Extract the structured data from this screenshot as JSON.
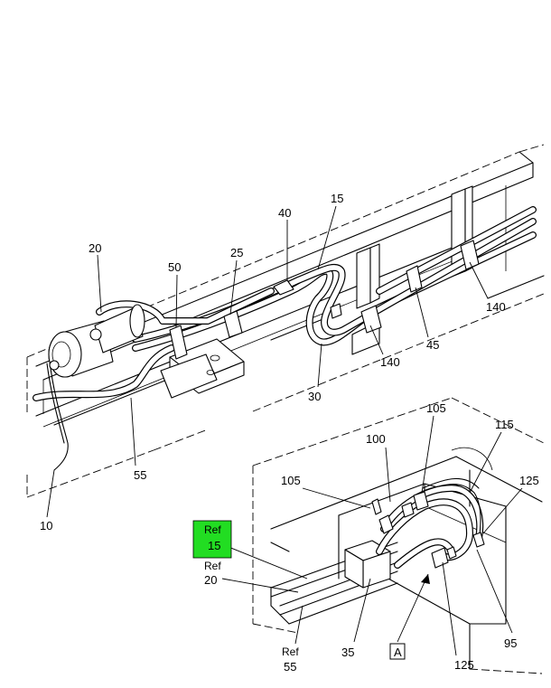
{
  "callouts": {
    "c10": "10",
    "c15": "15",
    "c20": "20",
    "c25": "25",
    "c30": "30",
    "c35": "35",
    "c40": "40",
    "c45": "45",
    "c50": "50",
    "c55": "55",
    "c95": "95",
    "c100": "100",
    "c105a": "105",
    "c105b": "105",
    "c115": "115",
    "c125a": "125",
    "c125b": "125",
    "c140a": "140",
    "c140b": "140"
  },
  "refs": {
    "ref_word": "Ref",
    "ref15": "15",
    "ref20": "20",
    "ref55": "55",
    "highlight_color": "#22dd22"
  },
  "view_marker": "A"
}
